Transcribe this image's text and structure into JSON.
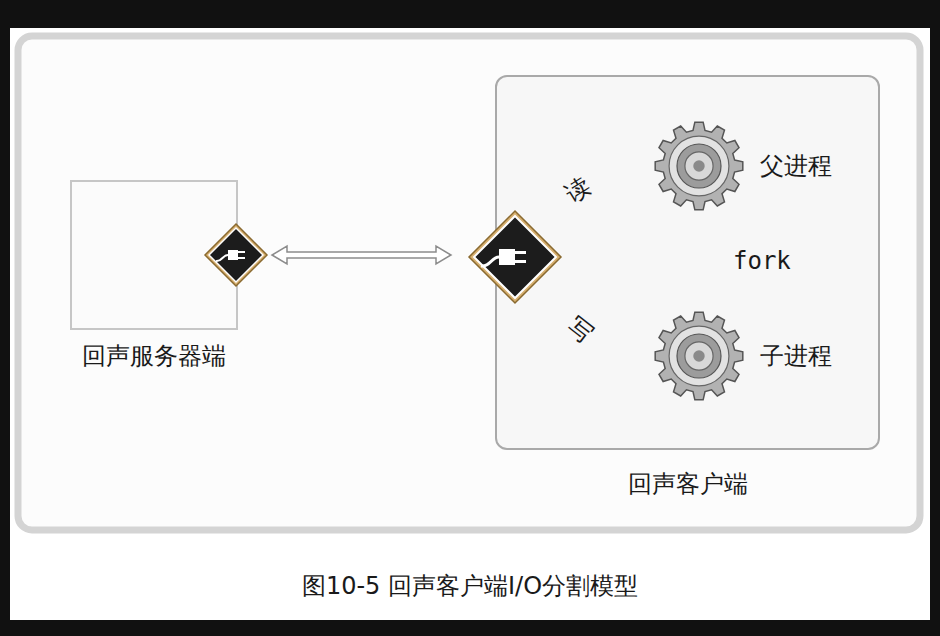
{
  "diagram": {
    "caption": "图10-5 回声客户端I/O分割模型",
    "nodes": [
      {
        "text": [
          "回声服务器端"
        ]
      },
      {
        "text": [
          "回声客户端"
        ]
      },
      {
        "text": [
          "父进程"
        ],
        "in": 1
      },
      {
        "text": [
          "子进程"
        ],
        "in": 1
      }
    ],
    "edges": [
      {
        "from": 0,
        "to": 1,
        "arrow": "both"
      },
      {
        "from": 2,
        "to": 3,
        "label": "fork",
        "arrow": "to"
      }
    ],
    "labels": [
      "读",
      "写"
    ]
  }
}
